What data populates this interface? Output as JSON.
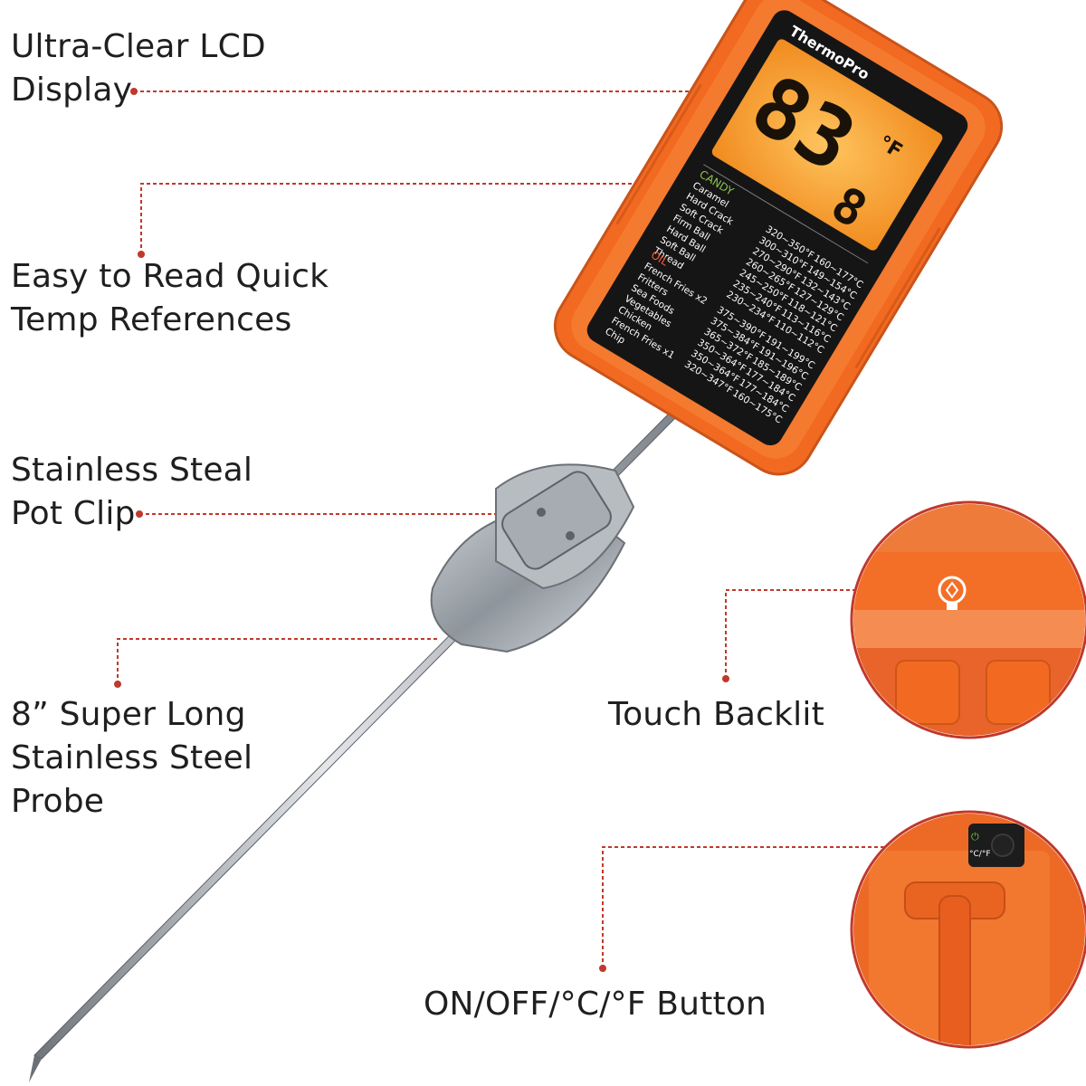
{
  "labels": {
    "lcd": [
      "Ultra-Clear  LCD",
      "Display"
    ],
    "references": [
      "Easy to Read Quick",
      "Temp References"
    ],
    "clip": [
      "Stainless Steal",
      "Pot Clip"
    ],
    "probe": [
      "8” Super Long",
      "Stainless Steel",
      "Probe"
    ],
    "backlit": "Touch Backlit",
    "button": "ON/OFF/°C/°F Button"
  },
  "device": {
    "brand": "ThermoPro",
    "reading_main": "83",
    "reading_decimal": "8",
    "unit": "°F",
    "button_unit_text": "°C/°F",
    "candy_header": "CANDY",
    "oil_header": "OIL",
    "candy_rows": [
      {
        "name": "Caramel",
        "f": "320~350°F",
        "c": "160~177°C"
      },
      {
        "name": "Hard Crack",
        "f": "300~310°F",
        "c": "149~154°C"
      },
      {
        "name": "Soft Crack",
        "f": "270~290°F",
        "c": "132~143°C"
      },
      {
        "name": "Firm Ball",
        "f": "260~265°F",
        "c": "127~129°C"
      },
      {
        "name": "Hard Ball",
        "f": "245~250°F",
        "c": "118~121°C"
      },
      {
        "name": "Soft Ball",
        "f": "235~240°F",
        "c": "113~116°C"
      },
      {
        "name": "Thread",
        "f": "230~234°F",
        "c": "110~112°C"
      }
    ],
    "oil_rows": [
      {
        "name": "French Fries x2",
        "f": "375~390°F",
        "c": "191~199°C"
      },
      {
        "name": "Fritters",
        "f": "375~384°F",
        "c": "191~196°C"
      },
      {
        "name": "Sea Foods",
        "f": "365~372°F",
        "c": "185~189°C"
      },
      {
        "name": "Vegetables",
        "f": "350~364°F",
        "c": "177~184°C"
      },
      {
        "name": "Chicken",
        "f": "350~364°F",
        "c": "177~184°C"
      },
      {
        "name": "French Fries x1",
        "f": "320~347°F",
        "c": "160~175°C"
      },
      {
        "name": "Chip",
        "f": "",
        "c": ""
      }
    ]
  },
  "colors": {
    "accent": "#c0392b",
    "device_orange": "#f26a21",
    "lcd_glow": "#f6a43a",
    "steel": "#9aa0a6"
  }
}
